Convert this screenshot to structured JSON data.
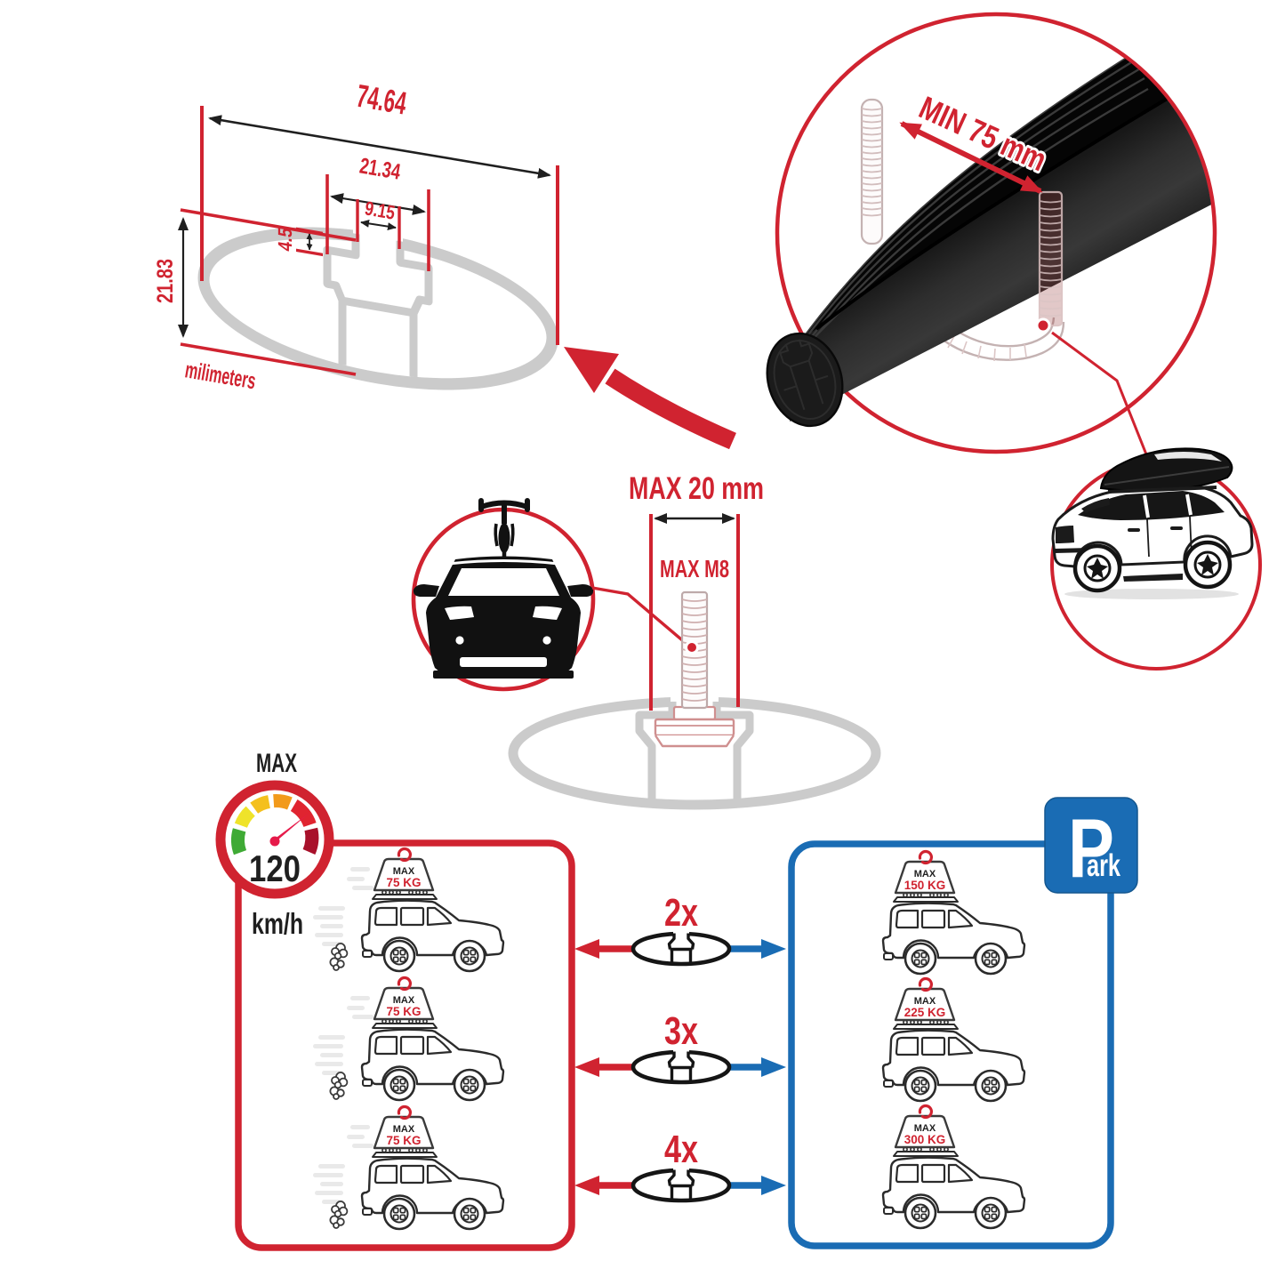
{
  "colors": {
    "accent_red": "#d02330",
    "accent_blue": "#1a6cb4",
    "diagram_grey": "#cbcbcb",
    "ink_black": "#1f1f1f"
  },
  "dimension_diagram": {
    "total_width": "74.64",
    "slot_outer_width": "21.34",
    "slot_opening_width": "9.15",
    "lip_depth": "4.5",
    "profile_height": "21.83",
    "units_label": "milimeters"
  },
  "crossbar_detail": {
    "min_span_label": "MIN 75 mm"
  },
  "mount_diagram": {
    "max_bolt_length_label": "MAX 20 mm",
    "max_thread_label": "MAX M8"
  },
  "speed_limit": {
    "heading": "MAX",
    "value": "120",
    "units": "km/h"
  },
  "quantity_rows": [
    {
      "label": "2x"
    },
    {
      "label": "3x"
    },
    {
      "label": "4x"
    }
  ],
  "driving_panel": {
    "cars": [
      {
        "load_heading": "MAX",
        "load_value": "75 KG"
      },
      {
        "load_heading": "MAX",
        "load_value": "75 KG"
      },
      {
        "load_heading": "MAX",
        "load_value": "75 KG"
      }
    ]
  },
  "parked_panel": {
    "sign_letter": "P",
    "sign_rest": "ark",
    "cars": [
      {
        "load_heading": "MAX",
        "load_value": "150 KG"
      },
      {
        "load_heading": "MAX",
        "load_value": "225 KG"
      },
      {
        "load_heading": "MAX",
        "load_value": "300 KG"
      }
    ]
  }
}
